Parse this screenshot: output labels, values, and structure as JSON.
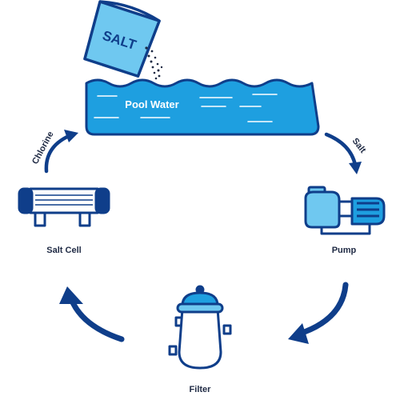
{
  "salt_bag": {
    "label": "SALT"
  },
  "pool": {
    "label": "Pool Water"
  },
  "stages": {
    "salt_cell": "Salt Cell",
    "pump": "Pump",
    "filter": "Filter"
  },
  "flows": {
    "salt": "Salt",
    "chlorine": "Chlorine"
  },
  "colors": {
    "navy": "#0F3E8A",
    "pool_blue": "#1E9FE0",
    "light_blue": "#6FC8F0",
    "white": "#FFFFFF",
    "label": "#1F2A44"
  }
}
